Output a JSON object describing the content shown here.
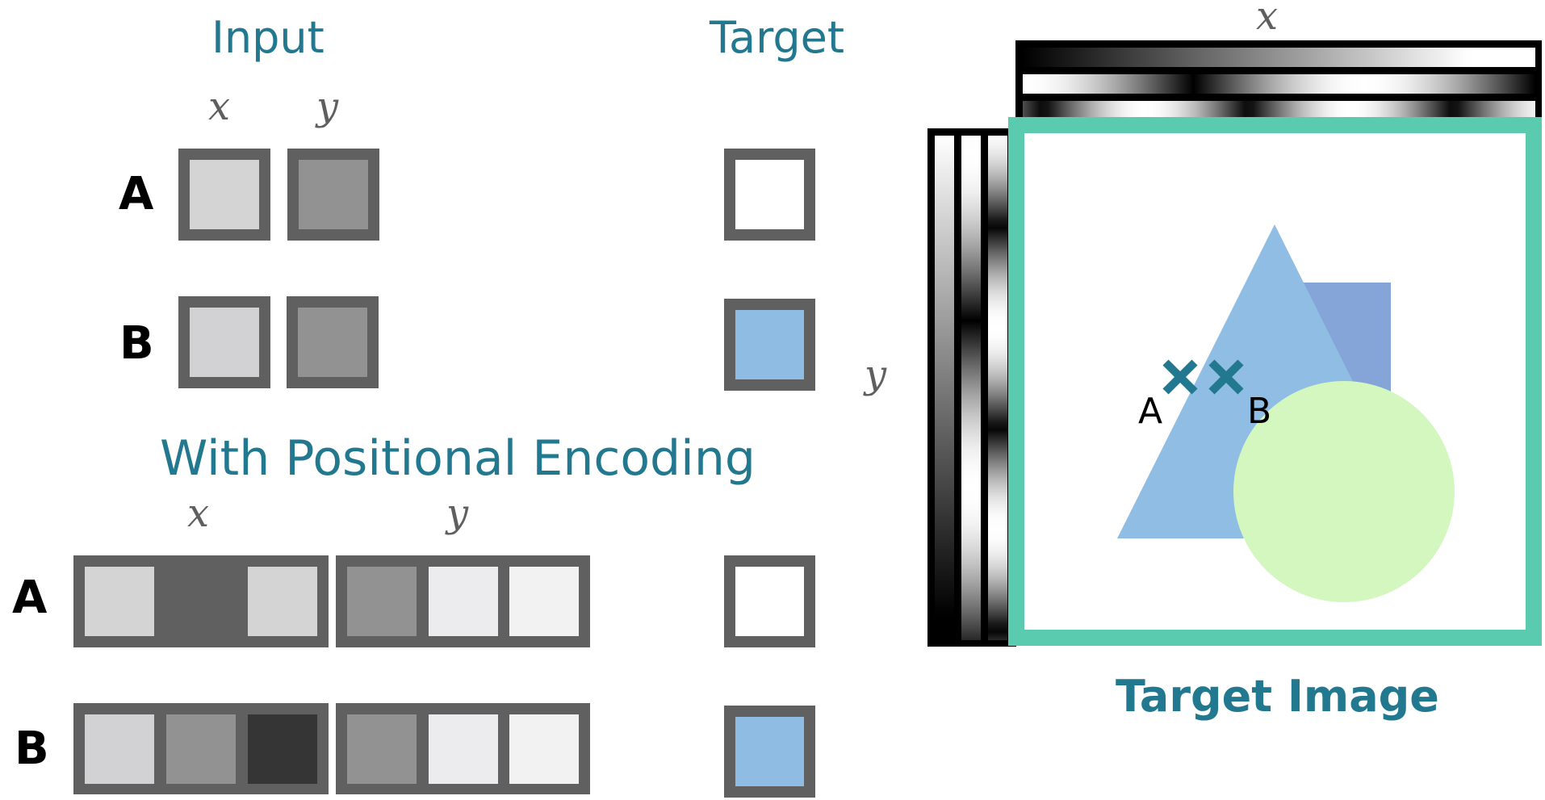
{
  "headings": {
    "input": "Input",
    "target": "Target",
    "positional_encoding": "With Positional Encoding",
    "target_image": "Target Image"
  },
  "axis_labels": {
    "x": "x",
    "y": "y"
  },
  "colors": {
    "title": "#22788f",
    "box_border": "#606060",
    "frame": "#5bcbaf",
    "triangle": "#8fbde3",
    "rectangle": "#85a5d8",
    "circle": "#d4f7c0",
    "marker": "#22788f",
    "target_positive": "#8fbce2",
    "target_negative": "#ffffff"
  },
  "input_rows": [
    {
      "label": "A",
      "x_color": "#d4d4d4",
      "y_color": "#929292",
      "target_color": "#ffffff"
    },
    {
      "label": "B",
      "x_color": "#d2d2d4",
      "y_color": "#929292",
      "target_color": "#8fbce2"
    }
  ],
  "pe_rows": [
    {
      "label": "A",
      "x_cells": [
        "#d4d4d4",
        "#606060",
        "#d4d4d4"
      ],
      "y_cells": [
        "#929292",
        "#ecebed",
        "#f2f2f3"
      ],
      "target_color": "#ffffff"
    },
    {
      "label": "B",
      "x_cells": [
        "#d2d2d4",
        "#929292",
        "#353535"
      ],
      "y_cells": [
        "#929292",
        "#ecebed",
        "#f2f2f3"
      ],
      "target_color": "#8fbce2"
    }
  ],
  "target_image": {
    "points": [
      {
        "label": "A"
      },
      {
        "label": "B"
      }
    ],
    "encoding_frequencies": [
      0.5,
      1.5,
      2.5
    ]
  }
}
